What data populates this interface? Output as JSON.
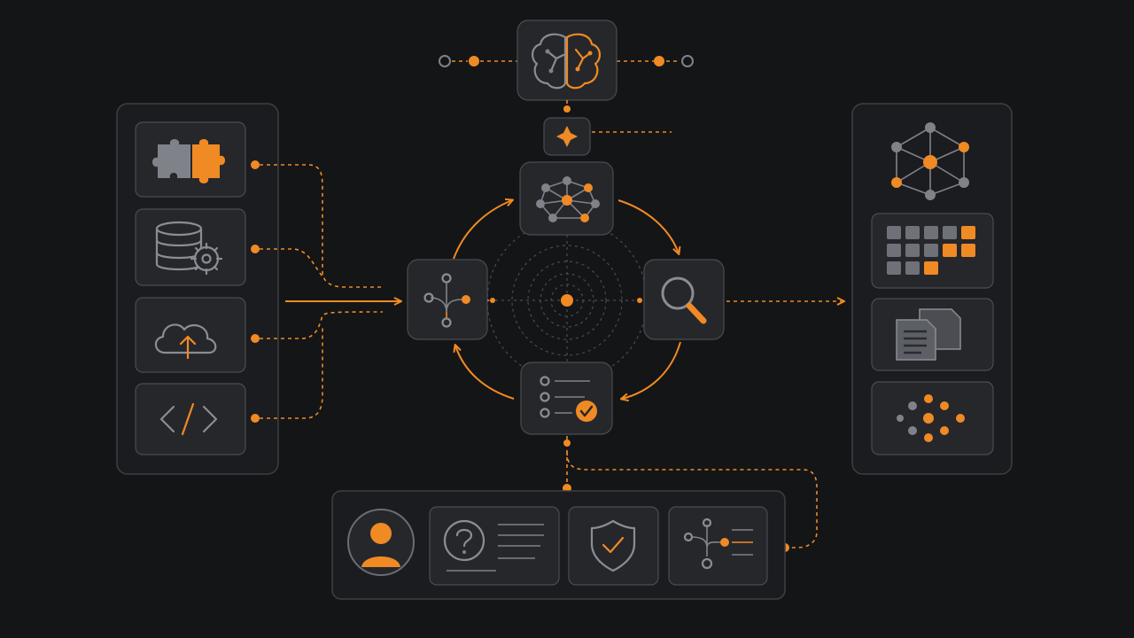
{
  "colors": {
    "background": "#141517",
    "accent": "#f08a24",
    "icon_gray": "#8a8d94",
    "tile": "#26272b",
    "border": "#4a4c52"
  },
  "top": {
    "icon": "brain-icon",
    "sub_icon": "sparkle-icon"
  },
  "left_inputs": [
    {
      "icon": "puzzle-icon"
    },
    {
      "icon": "database-gear-icon"
    },
    {
      "icon": "cloud-upload-icon"
    },
    {
      "icon": "code-icon"
    }
  ],
  "cycle": [
    {
      "icon": "network-graph-icon",
      "position": "top"
    },
    {
      "icon": "search-icon",
      "position": "right"
    },
    {
      "icon": "checklist-icon",
      "position": "bottom"
    },
    {
      "icon": "branch-icon",
      "position": "left"
    }
  ],
  "right_outputs": [
    {
      "icon": "knowledge-graph-icon"
    },
    {
      "icon": "grid-matrix-icon"
    },
    {
      "icon": "documents-icon"
    },
    {
      "icon": "dot-cluster-icon"
    }
  ],
  "bottom_tools": [
    {
      "icon": "user-icon"
    },
    {
      "icon": "help-list-icon"
    },
    {
      "icon": "shield-check-icon"
    },
    {
      "icon": "branch-list-icon"
    }
  ]
}
